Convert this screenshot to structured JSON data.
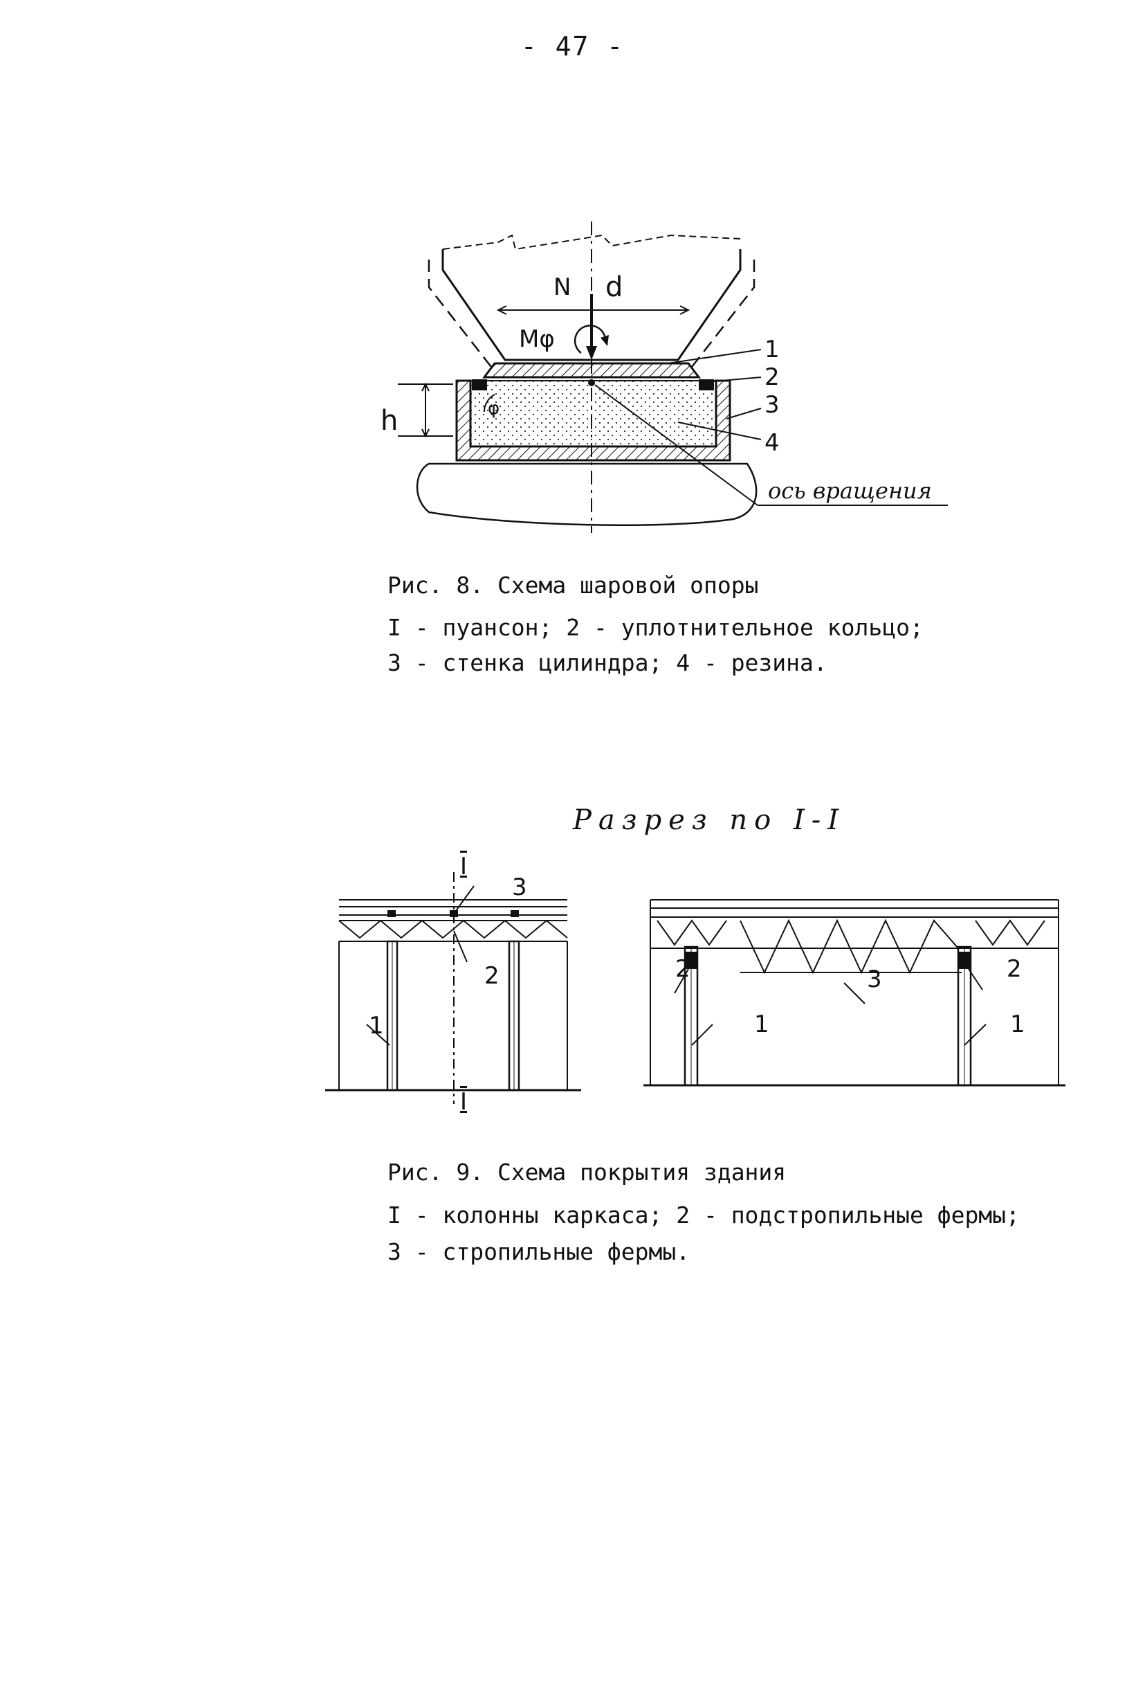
{
  "page_number": "- 47 -",
  "figure8": {
    "caption_title": "Рис. 8. Схема шаровой опоры",
    "legend_line1": "I - пуансон; 2 - уплотнительное кольцо;",
    "legend_line2": "3 - стенка цилиндра; 4 - резина.",
    "labels": {
      "N": "N",
      "d": "d",
      "M": "Mφ",
      "phi": "φ",
      "h": "h",
      "l1": "1",
      "l2": "2",
      "l3": "3",
      "l4": "4",
      "axis": "ось вращения"
    }
  },
  "figure9": {
    "section_title": "Разрез по I-I",
    "caption_title": "Рис. 9. Схема покрытия здания",
    "legend_line1": "I - колонны каркаса; 2 - подстропильные фермы;",
    "legend_line2": "3 - стропильные фермы.",
    "labels": {
      "sec_top": "I",
      "sec_bot": "I",
      "left3": "3",
      "left2": "2",
      "left1": "1",
      "r2a": "2",
      "r3": "3",
      "r2b": "2",
      "r1a": "1",
      "r1b": "1"
    }
  }
}
